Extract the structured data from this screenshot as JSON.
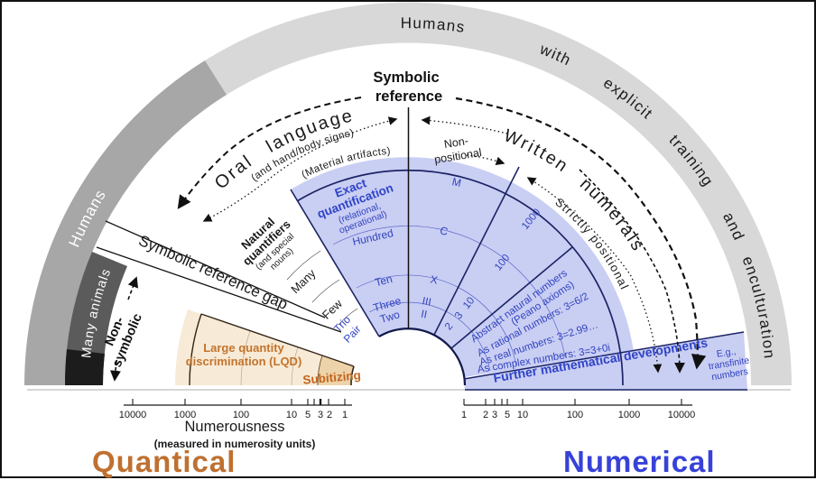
{
  "rings": {
    "outer_words": [
      "Humans",
      "with",
      "explicit",
      "training",
      "and",
      "enculturation"
    ],
    "humans": "Humans",
    "many_animals": "Many animals"
  },
  "center": {
    "symbolic": [
      "Symbolic",
      "reference"
    ]
  },
  "gap": {
    "label": "Symbolic reference gap",
    "non_symbolic": [
      "Non-",
      "symbolic"
    ]
  },
  "oral": {
    "title": "Oral language",
    "sub": "(and hand/body signs)",
    "material": "(Material artifacts)"
  },
  "nq": {
    "lines": [
      "Natural",
      "quantifiers",
      "(and special",
      "nouns)"
    ],
    "many": "Many",
    "few": "Few",
    "trio": "Trio",
    "pair": "Pair"
  },
  "exact": {
    "lines": [
      "Exact",
      "quantification",
      "(relational,",
      "operational)"
    ],
    "hundred": "Hundred",
    "ten": "Ten",
    "three": "Three",
    "two": "Two"
  },
  "written": {
    "title": "Written numerals",
    "non_positional": [
      "Non-",
      "positional"
    ],
    "strictly": "Strictly positional"
  },
  "numerals": {
    "roman": [
      "M",
      "C",
      "X",
      "III",
      "II"
    ],
    "positional": [
      "1000",
      "100",
      "10",
      "3",
      "2"
    ]
  },
  "abstract": {
    "lines": [
      "Abstract natural numbers",
      "(Peano axioms)",
      "As rational numbers: 3=6/2",
      "As real numbers: 3=2.99…",
      "As complex numbers: 3=3+0i"
    ],
    "further": "Further mathematical developments",
    "eg": [
      "E.g.,",
      "transfinite",
      "numbers"
    ]
  },
  "lqd": {
    "lines": [
      "Large quantity",
      "discrimination (LQD)"
    ],
    "subitizing": "Subitizing"
  },
  "axis": {
    "left": [
      "10000",
      "1000",
      "100",
      "10",
      "5",
      "3",
      "2",
      "1"
    ],
    "right": [
      "1",
      "2",
      "3",
      "5",
      "10",
      "100",
      "1000",
      "10000"
    ],
    "title": "Numerousness",
    "subtitle": "(measured in numerosity units)"
  },
  "footer": {
    "quantical": "Quantical",
    "numerical": "Numerical"
  },
  "colors": {
    "ring_light": "#d8d8d8",
    "ring_medium": "#a7a7a7",
    "ring_dark": "#5b5b5b",
    "blue_fill": "#c9cef3",
    "blue_line": "#1b2465",
    "blue_text": "#3244c0",
    "orange_fill": "#f7ead6",
    "subitizing_fill": "#edd3a9",
    "orange_text": "#c4742c",
    "quantical": "#bf7030",
    "numerical": "#3742d8"
  }
}
